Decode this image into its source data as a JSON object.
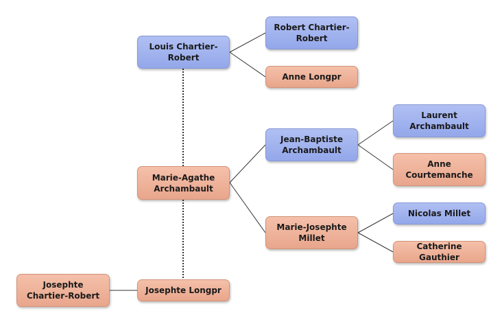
{
  "colors": {
    "male_fill": "#a3b4ef",
    "female_fill": "#eeb29b",
    "connector": "#333333"
  },
  "people": {
    "louis_chartier_robert": {
      "name": "Louis Chartier-Robert",
      "sex": "male"
    },
    "robert_chartier_robert": {
      "name": "Robert Chartier-Robert",
      "sex": "male"
    },
    "anne_longpr": {
      "name": "Anne Longpr",
      "sex": "female"
    },
    "jean_baptiste_archambault": {
      "name": "Jean-Baptiste Archambault",
      "sex": "male"
    },
    "laurent_archambault": {
      "name": "Laurent Archambault",
      "sex": "male"
    },
    "anne_courtemanche": {
      "name": "Anne Courtemanche",
      "sex": "female"
    },
    "marie_agathe_archambault": {
      "name": "Marie-Agathe Archambault",
      "sex": "female"
    },
    "marie_josephte_millet": {
      "name": "Marie-Josephte Millet",
      "sex": "female"
    },
    "nicolas_millet": {
      "name": "Nicolas Millet",
      "sex": "male"
    },
    "catherine_gauthier": {
      "name": "Catherine Gauthier",
      "sex": "female"
    },
    "josephte_chartier_robert": {
      "name": "Josephte Chartier-Robert",
      "sex": "female"
    },
    "josephte_longpr": {
      "name": "Josephte Longpr",
      "sex": "female"
    }
  },
  "relations": [
    {
      "child": "louis_chartier_robert",
      "parents": [
        "robert_chartier_robert",
        "anne_longpr"
      ]
    },
    {
      "child": "marie_agathe_archambault",
      "parents": [
        "jean_baptiste_archambault",
        "marie_josephte_millet"
      ]
    },
    {
      "child": "jean_baptiste_archambault",
      "parents": [
        "laurent_archambault",
        "anne_courtemanche"
      ]
    },
    {
      "child": "marie_josephte_millet",
      "parents": [
        "nicolas_millet",
        "catherine_gauthier"
      ]
    },
    {
      "child": "josephte_chartier_robert",
      "parents": [
        "josephte_longpr"
      ]
    }
  ],
  "couple_links": [
    [
      "louis_chartier_robert",
      "marie_agathe_archambault"
    ]
  ]
}
